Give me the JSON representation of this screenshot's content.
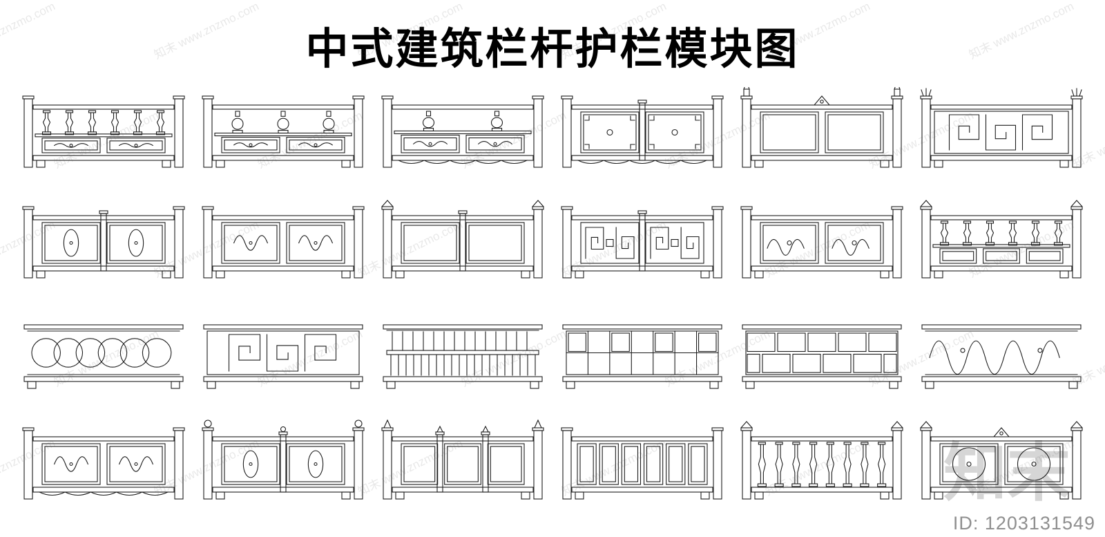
{
  "page": {
    "title": "中式建筑栏杆护栏模块图",
    "id_label": "ID: 1203131549",
    "line_color": "#1c1c1c"
  },
  "watermark": {
    "text": "知末 www.znzmo.com",
    "corner_text": "知末"
  },
  "modules": [
    {
      "name": "baluster-rail-carved-apron",
      "posts": "flat",
      "mid": 0,
      "bands": [
        {
          "type": "balusters",
          "n": 6,
          "w": 1.3
        },
        {
          "type": "panels",
          "n": 2,
          "inner": "scroll"
        }
      ]
    },
    {
      "name": "vase-rail-double-panel",
      "posts": "flat",
      "mid": 0,
      "bands": [
        {
          "type": "vases",
          "n": 3,
          "w": 1.2
        },
        {
          "type": "panels",
          "n": 2,
          "inner": "scroll"
        }
      ]
    },
    {
      "name": "medallion-panel-rail",
      "posts": "flat",
      "mid": 0,
      "base": "scallop",
      "bands": [
        {
          "type": "vases",
          "n": 2,
          "w": 1
        },
        {
          "type": "panels",
          "n": 2,
          "inner": "scroll"
        }
      ]
    },
    {
      "name": "corner-ornament-panel-rail",
      "posts": "flat",
      "mid": 1,
      "base": "scallop",
      "bands": [
        {
          "type": "panels",
          "n": 2,
          "inner": "corner"
        }
      ]
    },
    {
      "name": "finial-post-crest-rail",
      "posts": "tall",
      "mid": 0,
      "crest": true,
      "bands": [
        {
          "type": "panels",
          "n": 2,
          "inner": "plain"
        }
      ]
    },
    {
      "name": "lotus-post-fret-rail",
      "posts": "lotus",
      "mid": 0,
      "bands": [
        {
          "type": "fretlong"
        }
      ]
    },
    {
      "name": "rosette-panel-rail",
      "posts": "flat",
      "mid": 1,
      "bands": [
        {
          "type": "panels",
          "n": 2,
          "inner": "oval"
        }
      ]
    },
    {
      "name": "cloud-scroll-panel-rail",
      "posts": "flat",
      "mid": 0,
      "bands": [
        {
          "type": "panels",
          "n": 2,
          "inner": "scroll"
        }
      ]
    },
    {
      "name": "plain-panel-post-rail",
      "posts": "cap",
      "mid": 1,
      "bands": [
        {
          "type": "panels",
          "n": 2,
          "inner": "plain"
        }
      ]
    },
    {
      "name": "fret-panel-rail",
      "posts": "flat",
      "mid": 1,
      "bands": [
        {
          "type": "panels",
          "n": 2,
          "inner": "fret"
        }
      ]
    },
    {
      "name": "cloud-medallion-panel-rail",
      "posts": "flat",
      "mid": 0,
      "bands": [
        {
          "type": "panels",
          "n": 2,
          "inner": "cloud"
        }
      ]
    },
    {
      "name": "baluster-and-panel-rail",
      "posts": "cap",
      "mid": 0,
      "bands": [
        {
          "type": "balusters",
          "n": 6,
          "w": 1.3
        },
        {
          "type": "panels",
          "n": 3,
          "inner": "plain"
        }
      ]
    },
    {
      "name": "interlocking-ring-lattice-rail",
      "posts": "none",
      "mid": 0,
      "bands": [
        {
          "type": "rings"
        }
      ]
    },
    {
      "name": "square-fret-lattice-rail",
      "posts": "none",
      "mid": 0,
      "bands": [
        {
          "type": "fretlong"
        }
      ]
    },
    {
      "name": "vertical-bar-rail",
      "posts": "none",
      "mid": 0,
      "bands": [
        {
          "type": "bars"
        }
      ]
    },
    {
      "name": "window-lattice-rail",
      "posts": "none",
      "mid": 0,
      "bands": [
        {
          "type": "grid"
        }
      ]
    },
    {
      "name": "cracked-ice-lattice-rail",
      "posts": "none",
      "mid": 0,
      "bands": [
        {
          "type": "brick"
        }
      ]
    },
    {
      "name": "cloud-band-rail",
      "posts": "none",
      "mid": 0,
      "bands": [
        {
          "type": "cloudlong"
        }
      ]
    },
    {
      "name": "carved-apron-bench-rail",
      "posts": "flat",
      "mid": 0,
      "base": "scallop",
      "bands": [
        {
          "type": "panels",
          "n": 2,
          "inner": "scroll"
        }
      ]
    },
    {
      "name": "ball-post-oval-panel-rail",
      "posts": "ball",
      "mid": 1,
      "bands": [
        {
          "type": "panels",
          "n": 2,
          "inner": "oval"
        }
      ]
    },
    {
      "name": "spike-post-panel-rail",
      "posts": "spike",
      "mid": 2,
      "bands": [
        {
          "type": "panels",
          "n": 3,
          "inner": "plain"
        }
      ]
    },
    {
      "name": "paneled-board-rail",
      "posts": "flat",
      "mid": 0,
      "bands": [
        {
          "type": "panels",
          "n": 6,
          "inner": "plain"
        }
      ]
    },
    {
      "name": "shaped-baluster-rail",
      "posts": "cap",
      "mid": 0,
      "bands": [
        {
          "type": "balusters",
          "n": 8
        }
      ]
    },
    {
      "name": "stone-pier-medallion-rail",
      "posts": "cap",
      "mid": 0,
      "crest": true,
      "bands": [
        {
          "type": "panels",
          "n": 2,
          "inner": "medallion"
        }
      ]
    }
  ]
}
